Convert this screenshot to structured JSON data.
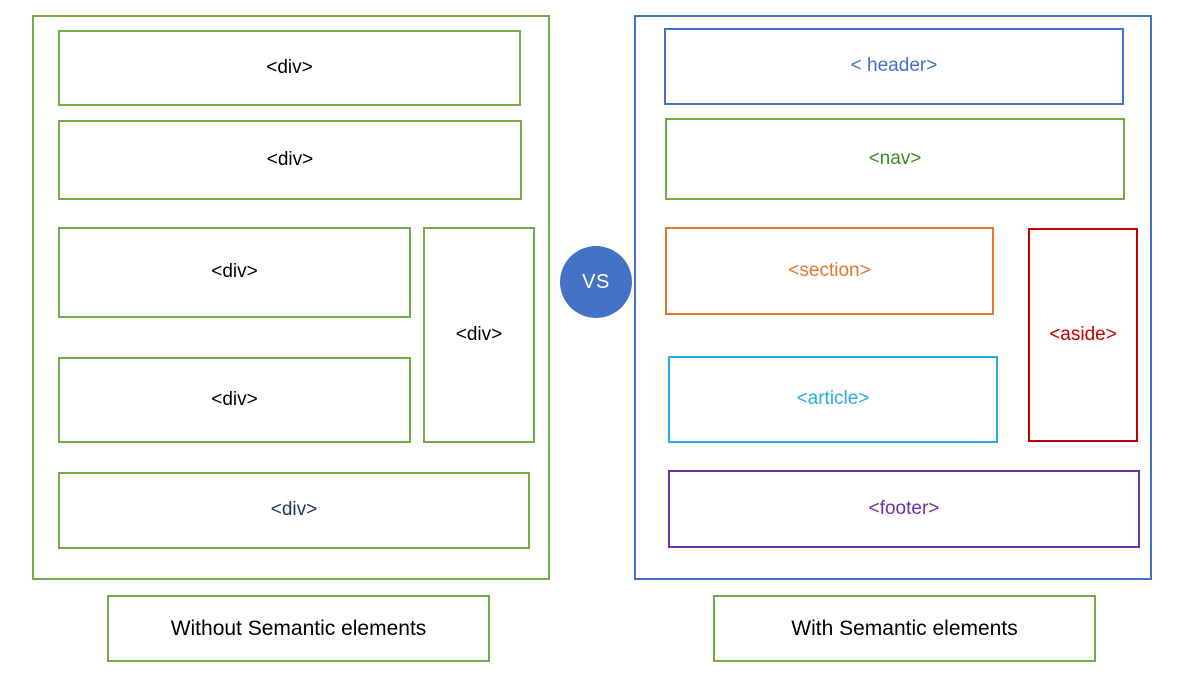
{
  "diagram": {
    "title": "Without Semantic elements VS With Semantic elements",
    "comparison_badge": {
      "label": "VS",
      "fill_color": "#4472C4",
      "text_color": "#FFFFFF"
    },
    "left_panel": {
      "caption": "Without Semantic elements",
      "border_color": "#70AD47",
      "boxes": [
        {
          "label": "<div>",
          "border_color": "#70AD47",
          "text_color": "#000000"
        },
        {
          "label": "<div>",
          "border_color": "#70AD47",
          "text_color": "#000000"
        },
        {
          "label": "<div>",
          "border_color": "#70AD47",
          "text_color": "#000000"
        },
        {
          "label": "<div>",
          "border_color": "#70AD47",
          "text_color": "#000000"
        },
        {
          "label": "<div>",
          "border_color": "#70AD47",
          "text_color": "#000000"
        },
        {
          "label": "<div>",
          "border_color": "#70AD47",
          "text_color": "#21365A"
        }
      ]
    },
    "right_panel": {
      "caption": "With Semantic elements",
      "border_color": "#4472C4",
      "boxes": [
        {
          "label": "< header>",
          "border_color": "#4472C4",
          "text_color": "#4472C4"
        },
        {
          "label": "<nav>",
          "border_color": "#70AD47",
          "text_color": "#3D8B22"
        },
        {
          "label": "<section>",
          "border_color": "#E3762B",
          "text_color": "#E3762B"
        },
        {
          "label": "<aside>",
          "border_color": "#C00000",
          "text_color": "#C00000"
        },
        {
          "label": "<article>",
          "border_color": "#29ABE2",
          "text_color": "#29ABE2"
        },
        {
          "label": "<footer>",
          "border_color": "#7030A0",
          "text_color": "#7030A0"
        }
      ]
    }
  }
}
